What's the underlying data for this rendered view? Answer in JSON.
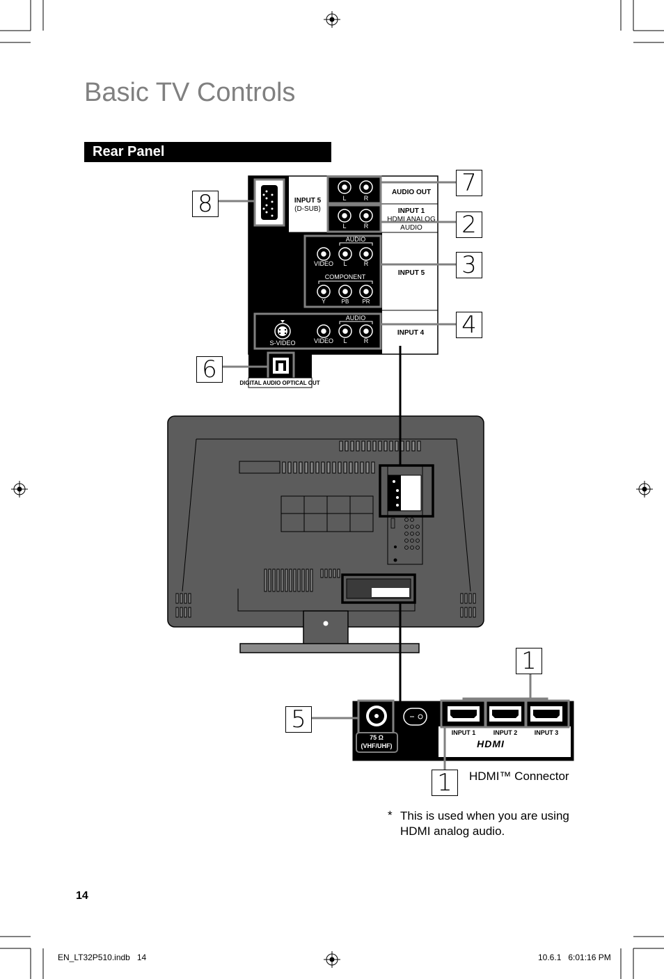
{
  "page": {
    "title": "Basic TV Controls",
    "section": "Rear Panel",
    "page_number": "14",
    "footer_file": "EN_LT32P510.indb   14",
    "footer_time": "10.6.1   6:01:16 PM"
  },
  "callouts": {
    "c8": "8",
    "c7": "7",
    "c2": "2",
    "c3": "3",
    "c4": "4",
    "c6": "6",
    "c1_top": "1",
    "c5": "5",
    "c1_bottom": "1"
  },
  "panel_labels": {
    "input5_dsub_1": "INPUT 5",
    "input5_dsub_2": "(D-SUB)",
    "audio_out": "AUDIO OUT",
    "input1_line1": "INPUT 1",
    "input1_line2": "HDMI ANALOG",
    "input1_line3": "AUDIO",
    "input5": "INPUT 5",
    "input4": "INPUT 4",
    "audio_a": "AUDIO",
    "audio_b": "AUDIO",
    "component": "COMPONENT",
    "video_a": "VIDEO",
    "video_b": "VIDEO",
    "svideo": "S-VIDEO",
    "l": "L",
    "r": "R",
    "y": "Y",
    "pb": "PB",
    "pr": "PR",
    "optical": "DIGITAL AUDIO OPTICAL OUT",
    "antenna_1": "75 Ω",
    "antenna_2": "(VHF/UHF)",
    "hdmi_in1": "INPUT 1",
    "hdmi_in2": "INPUT 2",
    "hdmi_in3": "INPUT 3",
    "hdmi_logo": "HDMI"
  },
  "notes": {
    "hdmi_connector": "HDMI™ Connector",
    "asterisk": "*",
    "note": "This is used when you are using HDMI analog audio."
  },
  "colors": {
    "tv_body": "#5c5c5c",
    "tv_dark": "#3a3a3a",
    "callout_line": "#808080",
    "panel_black": "#000000"
  }
}
